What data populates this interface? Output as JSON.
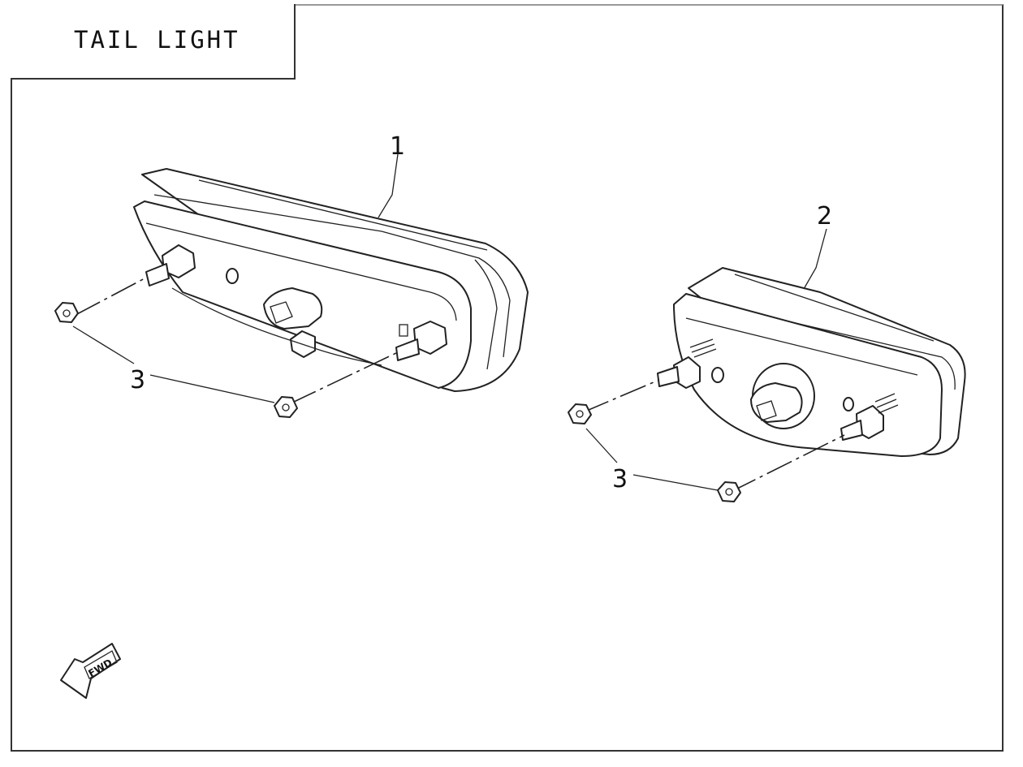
{
  "title": "TAIL LIGHT",
  "callouts": {
    "part1": "1",
    "part2": "2",
    "part3_left": "3",
    "part3_right": "3"
  },
  "direction_badge": "FWD",
  "icons": {
    "direction_arrow": "fwd-arrow-icon"
  }
}
